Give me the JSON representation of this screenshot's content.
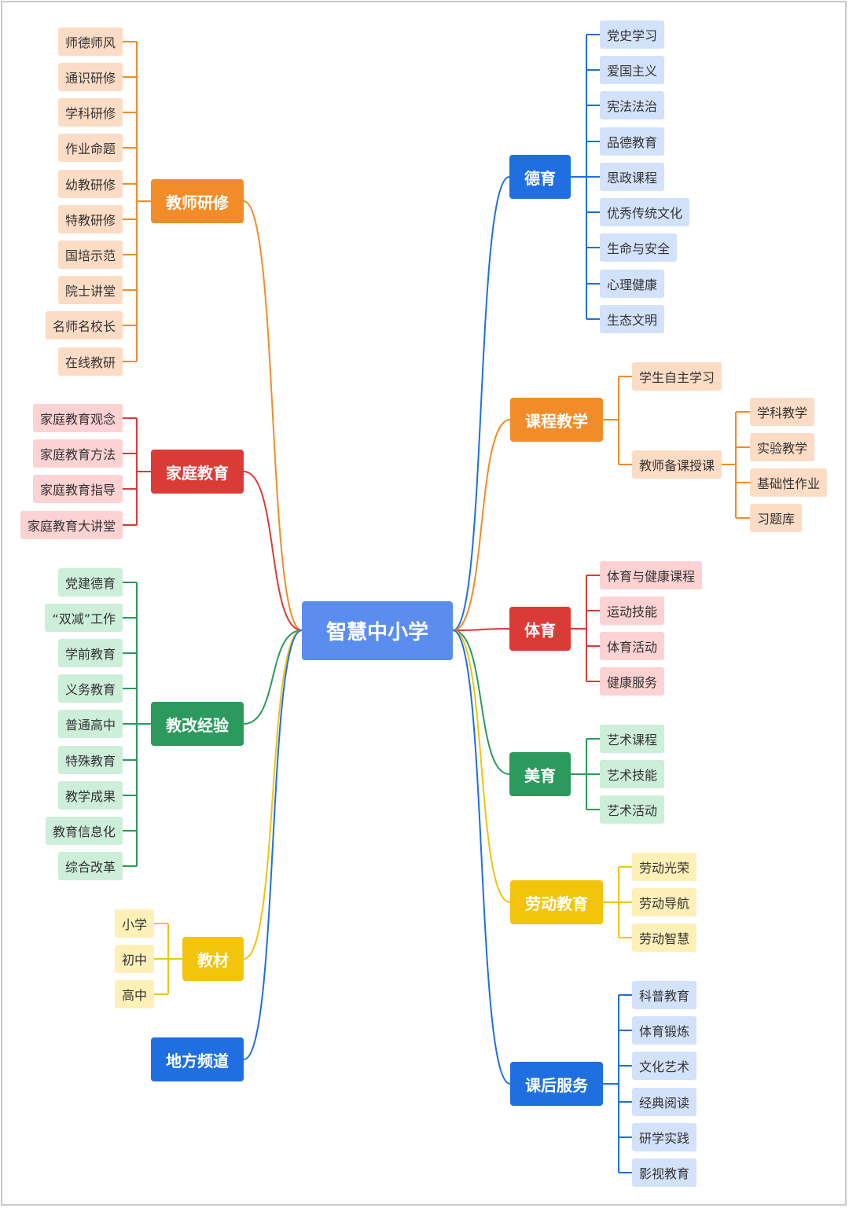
{
  "center": {
    "label": "智慧中小学",
    "color": "#5b8def"
  },
  "palette": {
    "orange": {
      "line": "#f28c28",
      "fill": "#f28c28",
      "leaf": "#fddcc5"
    },
    "red": {
      "line": "#db3b36",
      "fill": "#db3b36",
      "leaf": "#fdd2d2"
    },
    "green": {
      "line": "#2b9a5c",
      "fill": "#2b9a5c",
      "leaf": "#cdeed9"
    },
    "yellow": {
      "line": "#f2c40a",
      "fill": "#f2c40a",
      "leaf": "#fff0b8"
    },
    "blue": {
      "line": "#1f6fe0",
      "fill": "#1f6fe0",
      "leaf": "#d3e2fb"
    }
  },
  "left_branches": [
    {
      "label": "教师研修",
      "color": "orange",
      "children": [
        "师德师风",
        "通识研修",
        "学科研修",
        "作业命题",
        "幼教研修",
        "特教研修",
        "国培示范",
        "院士讲堂",
        "名师名校长",
        "在线教研"
      ]
    },
    {
      "label": "家庭教育",
      "color": "red",
      "children": [
        "家庭教育观念",
        "家庭教育方法",
        "家庭教育指导",
        "家庭教育大讲堂"
      ]
    },
    {
      "label": "教改经验",
      "color": "green",
      "children": [
        "党建德育",
        "“双减”工作",
        "学前教育",
        "义务教育",
        "普通高中",
        "特殊教育",
        "教学成果",
        "教育信息化",
        "综合改革"
      ]
    },
    {
      "label": "教材",
      "color": "yellow",
      "children": [
        "小学",
        "初中",
        "高中"
      ]
    },
    {
      "label": "地方频道",
      "color": "blue",
      "children": []
    }
  ],
  "right_branches": [
    {
      "label": "德育",
      "color": "blue",
      "children": [
        "党史学习",
        "爱国主义",
        "宪法法治",
        "品德教育",
        "思政课程",
        "优秀传统文化",
        "生命与安全",
        "心理健康",
        "生态文明"
      ]
    },
    {
      "label": "课程教学",
      "color": "orange",
      "children": [
        "学生自主学习",
        "教师备课授课"
      ],
      "grandchildren": [
        "学科教学",
        "实验教学",
        "基础性作业",
        "习题库"
      ]
    },
    {
      "label": "体育",
      "color": "red",
      "children": [
        "体育与健康课程",
        "运动技能",
        "体育活动",
        "健康服务"
      ]
    },
    {
      "label": "美育",
      "color": "green",
      "children": [
        "艺术课程",
        "艺术技能",
        "艺术活动"
      ]
    },
    {
      "label": "劳动教育",
      "color": "yellow",
      "children": [
        "劳动光荣",
        "劳动导航",
        "劳动智慧"
      ]
    },
    {
      "label": "课后服务",
      "color": "blue",
      "children": [
        "科普教育",
        "体育锻炼",
        "文化艺术",
        "经典阅读",
        "研学实践",
        "影视教育"
      ]
    }
  ]
}
